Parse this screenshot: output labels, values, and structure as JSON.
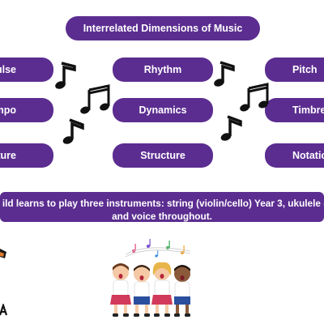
{
  "title": "Interrelated Dimensions of Music",
  "dimensions": {
    "left": [
      "Pulse",
      "Tempo",
      "Texture"
    ],
    "middle": [
      "Rhythm",
      "Dynamics",
      "Structure"
    ],
    "right": [
      "Pitch",
      "Timbre",
      "Notation"
    ]
  },
  "banner": {
    "line1": "ild learns to play three instruments: string (violin/cello) Year 3, ukulele (",
    "line2": "and voice throughout."
  },
  "icons": {
    "notes": "music-note-icon",
    "illustration": "singing-children-illustration"
  },
  "colors": {
    "accent": "#5b2d90",
    "text": "#ffffff"
  }
}
